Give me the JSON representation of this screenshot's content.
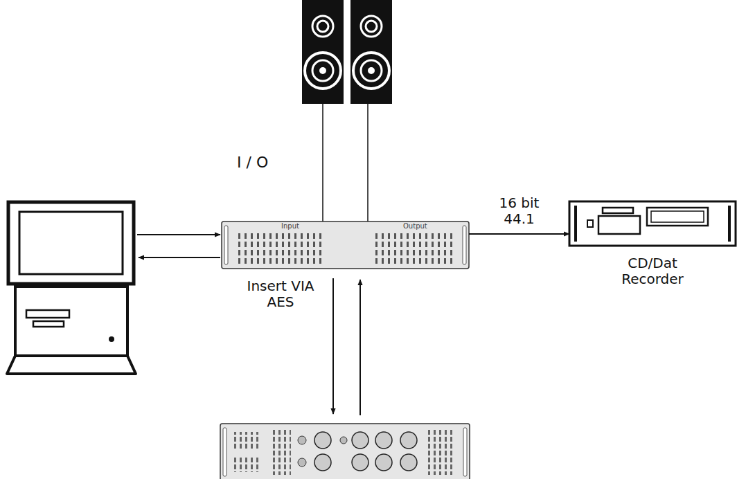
{
  "diagram": {
    "nodes": [
      {
        "text": [
          "I / O",
          "Input",
          "Output"
        ]
      },
      {
        "text": [
          "CD/Dat Recorder"
        ]
      }
    ],
    "edges": [
      {
        "from": 0,
        "to": 1,
        "arrow": "to",
        "label": "16 bit 44.1"
      }
    ],
    "labels": [
      "Insert VIA AES"
    ]
  }
}
